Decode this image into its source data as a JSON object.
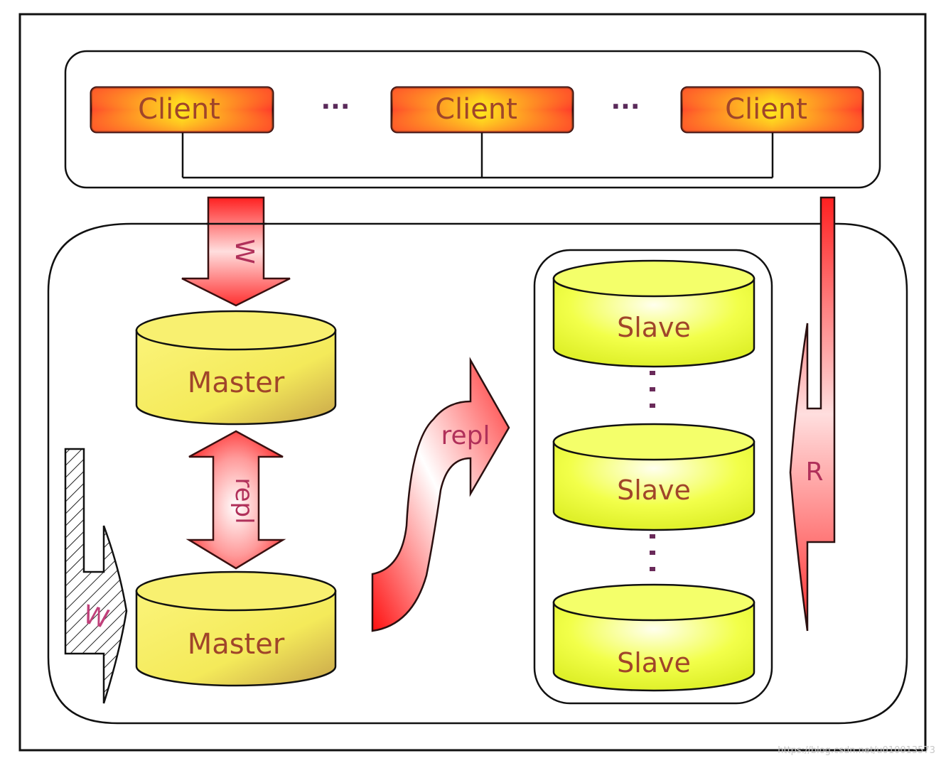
{
  "diagram": {
    "title": "MySQL master-master replication with read slaves",
    "clients": [
      {
        "label": "Client"
      },
      {
        "label": "Client"
      },
      {
        "label": "Client"
      }
    ],
    "ellipsis": "···",
    "masters": [
      {
        "label": "Master"
      },
      {
        "label": "Master"
      }
    ],
    "slaves": [
      {
        "label": "Slave"
      },
      {
        "label": "Slave"
      },
      {
        "label": "Slave"
      }
    ],
    "arrows": {
      "write_to_master": "W",
      "master_master_repl": "repl",
      "replication_to_slaves": "repl",
      "failover_write": "W",
      "read_from_slaves": "R"
    },
    "colors": {
      "client_edge": "#ff3b2a",
      "client_center": "#ffe21c",
      "master_fill": "#f5ec6a",
      "slave_fill": "#eaff3a",
      "arrow_red": "#ff2a2a",
      "label_text": "#a0452a",
      "arrow_text": "#b0305a"
    }
  },
  "watermark": "https://blog.csdn.net/u010013573"
}
